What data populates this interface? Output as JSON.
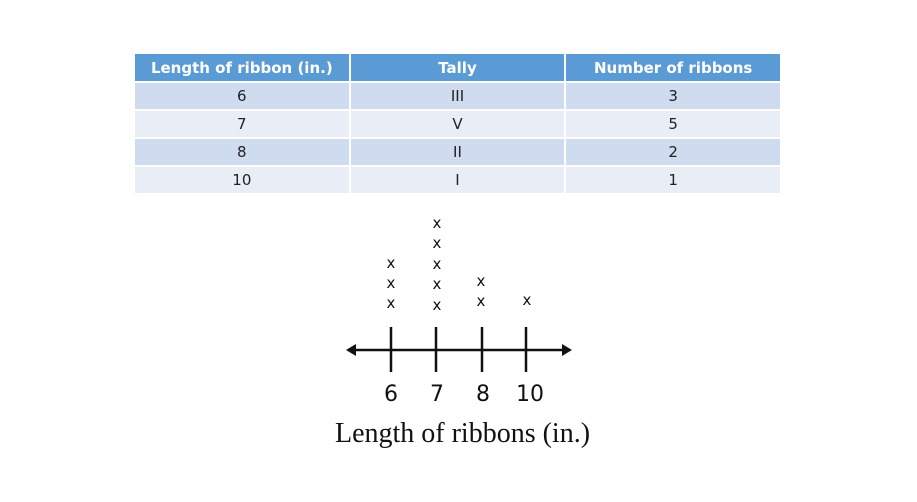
{
  "table": {
    "headers": [
      "Length of ribbon (in.)",
      "Tally",
      "Number of ribbons"
    ],
    "rows": [
      [
        "6",
        "III",
        "3"
      ],
      [
        "7",
        "V",
        "5"
      ],
      [
        "8",
        "II",
        "2"
      ],
      [
        "10",
        "I",
        "1"
      ]
    ],
    "header_color": "#5b9bd5",
    "row_colors": [
      "#cfdbee",
      "#e8edf6"
    ]
  },
  "lineplot": {
    "mark": "x",
    "tick_labels": [
      "6",
      "7",
      "8",
      "10"
    ],
    "axis_title": "Length of ribbons (in.)"
  },
  "chart_data": {
    "type": "scatter",
    "subtype": "line plot (dot plot)",
    "categories": [
      "6",
      "7",
      "8",
      "10"
    ],
    "values": [
      3,
      5,
      2,
      1
    ],
    "title": "",
    "xlabel": "Length of ribbons (in.)",
    "ylabel": "",
    "marker": "x",
    "grid": false,
    "legend": null,
    "table": {
      "columns": [
        "Length of ribbon (in.)",
        "Tally",
        "Number of ribbons"
      ],
      "rows": [
        [
          "6",
          "III",
          3
        ],
        [
          "7",
          "V",
          5
        ],
        [
          "8",
          "II",
          2
        ],
        [
          "10",
          "I",
          1
        ]
      ]
    }
  }
}
